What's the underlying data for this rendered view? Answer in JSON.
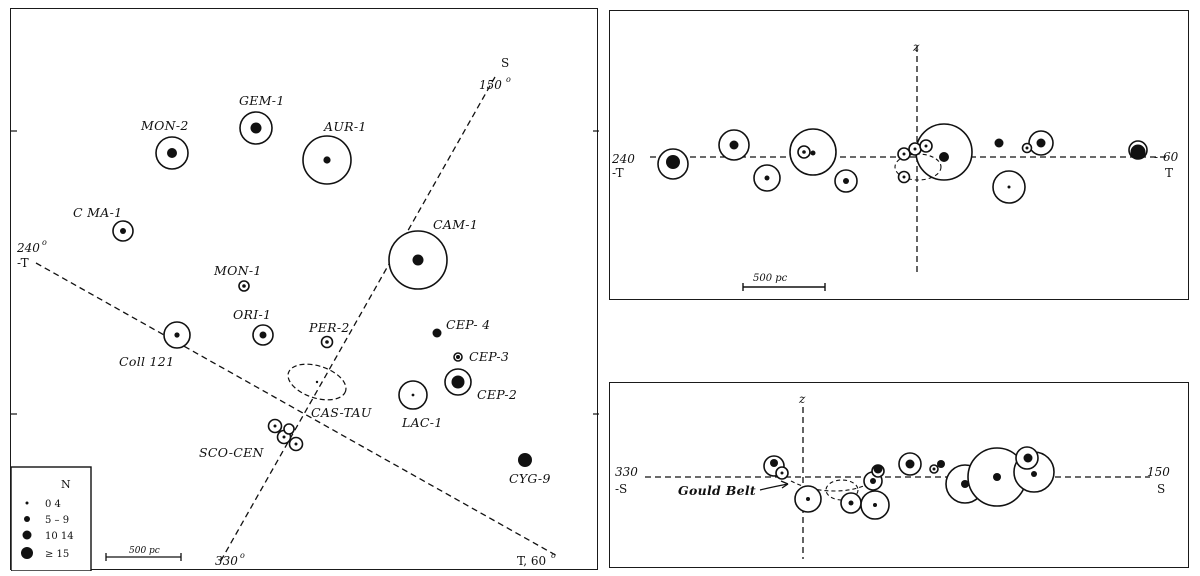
{
  "left_panel": {
    "axes": {
      "s_label": "S",
      "deg150": "150",
      "deg240": "240",
      "minus_t": "-T",
      "deg330": "330",
      "t60": "T, 60",
      "deg_sign": "o"
    },
    "groups": {
      "gem1": "GEM-1",
      "mon2": "MON-2",
      "aur1": "AUR-1",
      "cma1": "C MA-1",
      "cam1": "CAM-1",
      "mon1": "MON-1",
      "ori1": "ORI-1",
      "per2": "PER-2",
      "cep4": "CEP- 4",
      "cep3": "CEP-3",
      "cep2": "CEP-2",
      "coll121": "Coll 121",
      "castau": "CAS-TAU",
      "lac1": "LAC-1",
      "scocen": "SCO-CEN",
      "cyg9": "CYG-9"
    },
    "legend": {
      "title": "N",
      "rows": [
        "0  4",
        "5 – 9",
        "10  14",
        "≥ 15"
      ]
    },
    "scale_label": "500 pc"
  },
  "top_right_panel": {
    "z_label": "z",
    "deg240": "240",
    "minus_t": "-T",
    "deg60": "60",
    "t_label": "T",
    "minus_sign": "-",
    "scale_label": "500 pc"
  },
  "bottom_right_panel": {
    "z_label": "z",
    "deg330": "330",
    "minus_s": "-S",
    "deg150": "150",
    "s_label": "S",
    "gould_belt": "Gould Belt"
  }
}
